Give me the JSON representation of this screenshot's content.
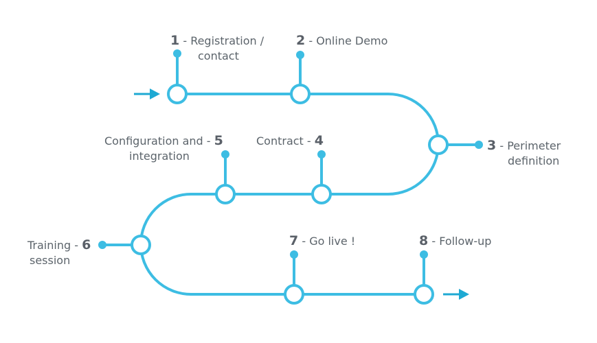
{
  "colors": {
    "path": "#3dbde3",
    "arrow": "#1ea9d3",
    "text": "#555e66",
    "number": "#5a6068"
  },
  "icons": {
    "entry": "arrow-right-icon",
    "exit": "arrow-right-icon"
  },
  "steps": [
    {
      "number": "1",
      "sep": " - ",
      "line1": "Registration /",
      "line2": "contact"
    },
    {
      "number": "2",
      "sep": " - ",
      "line1": "Online Demo",
      "line2": ""
    },
    {
      "number": "3",
      "sep": " - ",
      "line1": "Perimeter",
      "line2": "definition"
    },
    {
      "number": "4",
      "sep": " - ",
      "line1": "Contract",
      "line2": ""
    },
    {
      "number": "5",
      "sep": " - ",
      "line1": "Configuration and",
      "line2": "integration"
    },
    {
      "number": "6",
      "sep": " - ",
      "line1": "Training",
      "line2": "session"
    },
    {
      "number": "7",
      "sep": " - ",
      "line1": "Go live !",
      "line2": ""
    },
    {
      "number": "8",
      "sep": " - ",
      "line1": "Follow-up",
      "line2": ""
    }
  ]
}
